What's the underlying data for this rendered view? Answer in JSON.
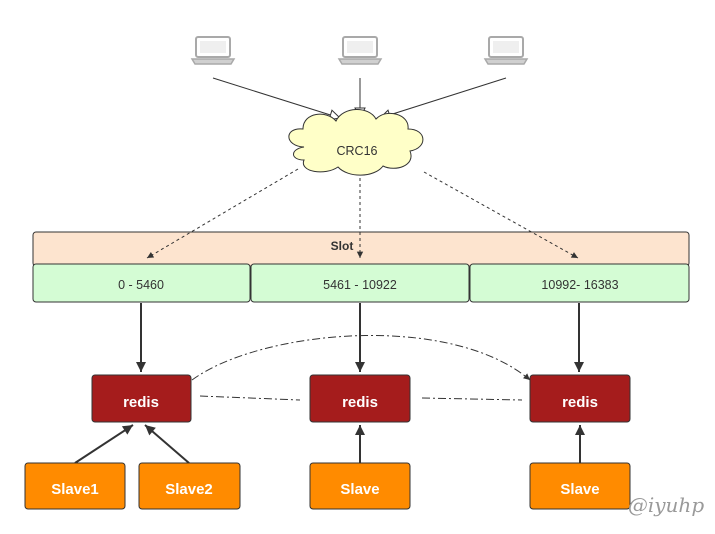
{
  "hash": {
    "label": "CRC16"
  },
  "slot": {
    "title": "Slot",
    "ranges": [
      {
        "label": "0 - 5460"
      },
      {
        "label": "5461 - 10922"
      },
      {
        "label": "10992- 16383"
      }
    ]
  },
  "masters": [
    {
      "label": "redis"
    },
    {
      "label": "redis"
    },
    {
      "label": "redis"
    }
  ],
  "slaves": [
    {
      "label": "Slave1"
    },
    {
      "label": "Slave2"
    },
    {
      "label": "Slave"
    },
    {
      "label": "Slave"
    }
  ],
  "watermark": "@iyuhp",
  "colors": {
    "slot_bar": "#fde4cf",
    "slot_range": "#d4fcd4",
    "master": "#a51c1c",
    "slave": "#ff8b00",
    "cloud": "#ffffc8",
    "client_icon": "#b0b0b0"
  },
  "icons": [
    "computer-icon",
    "cloud-shape"
  ]
}
